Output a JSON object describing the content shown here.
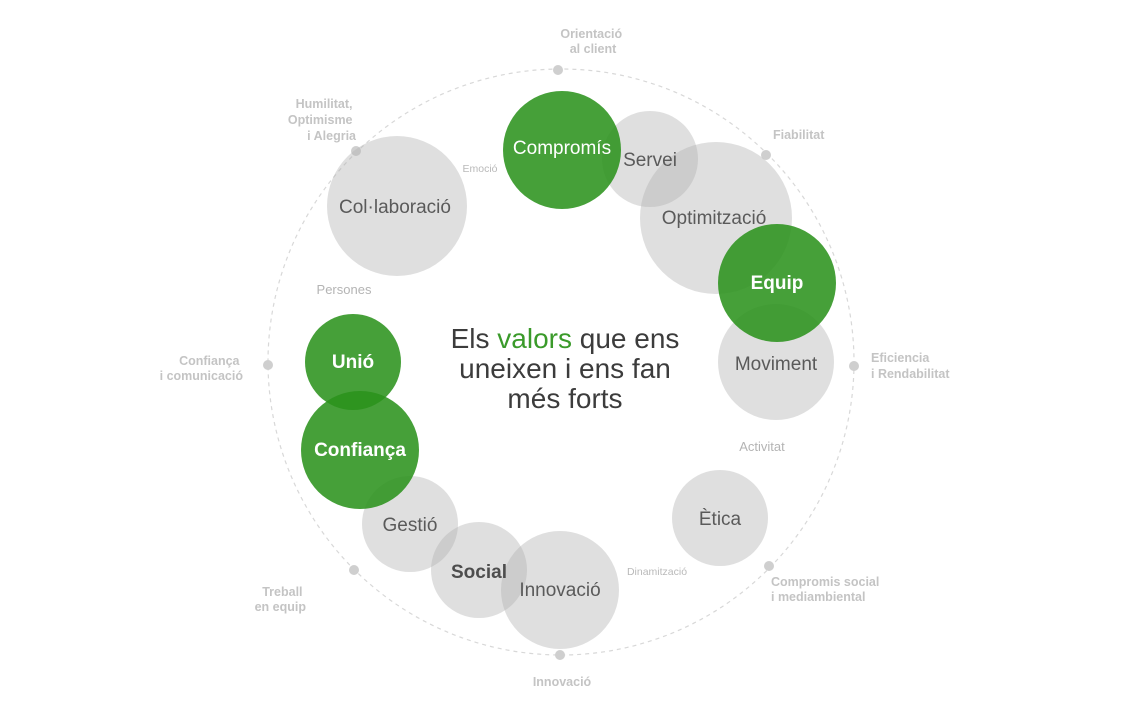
{
  "center": {
    "line1_a": "Els ",
    "line1_accent": "valors",
    "line1_b": " que ens",
    "line2": "uneixen i ens fan",
    "line3": "més forts",
    "accent_color": "#3a9a2a"
  },
  "outer_labels": {
    "orientacio": [
      "Orientació",
      "al client"
    ],
    "fiabilitat": [
      "Fiabilitat"
    ],
    "eficiencia": [
      "Eficiencia",
      "i Rendabilitat"
    ],
    "compromis_social": [
      "Compromis social",
      "i mediambiental"
    ],
    "innovacio": [
      "Innovació"
    ],
    "treball": [
      "Treball",
      "en equip"
    ],
    "confianca_comunicacio": [
      "Confiança",
      "i comunicació"
    ],
    "humilitat": [
      "Humilitat,",
      "Optimisme",
      "i Alegria"
    ]
  },
  "mid_labels": {
    "emocio": "Emoció",
    "persones": "Persones",
    "activitat": "Activitat",
    "dinamitzacio": "Dinamització"
  },
  "bubbles": {
    "collaboracio": "Col·laboració",
    "compromis": "Compromís",
    "servei": "Servei",
    "optimitzacio": "Optimització",
    "equip": "Equip",
    "moviment": "Moviment",
    "etica": "Ètica",
    "innovacio": "Innovació",
    "social": "Social",
    "gestio": "Gestió",
    "confianca": "Confiança",
    "unio": "Unió"
  },
  "colors": {
    "green": "#2a921c",
    "grey_bubble": "#b3b3b3",
    "ring": "#d8d8d8"
  }
}
